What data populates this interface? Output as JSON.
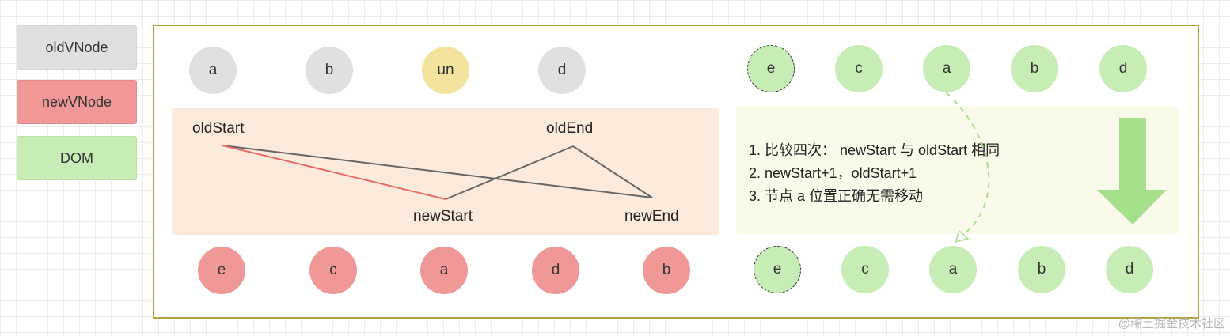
{
  "legend": {
    "old": "oldVNode",
    "new": "newVNode",
    "dom": "DOM"
  },
  "old_nodes": [
    "a",
    "b",
    "un",
    "d"
  ],
  "new_nodes": [
    "e",
    "c",
    "a",
    "d",
    "b"
  ],
  "dom_before": [
    "e",
    "c",
    "a",
    "b",
    "d"
  ],
  "dom_after": [
    "e",
    "c",
    "a",
    "b",
    "d"
  ],
  "pointers": {
    "old_start": "oldStart",
    "old_end": "oldEnd",
    "new_start": "newStart",
    "new_end": "newEnd"
  },
  "notes": [
    "1. 比较四次： newStart 与 oldStart 相同",
    "2. newStart+1，oldStart+1",
    "3. 节点 a 位置正确无需移动"
  ],
  "colors": {
    "old_node": "#e0e0e0",
    "old_highlight": "#f2e49c",
    "new_node": "#f09898",
    "dom_node": "#c8ecb5",
    "match_line": "#e86a6a",
    "compare_line": "#666666",
    "frame_border": "#b5a23f",
    "arrow": "#a6e08a"
  },
  "watermark": "@稀土掘金技术社区"
}
